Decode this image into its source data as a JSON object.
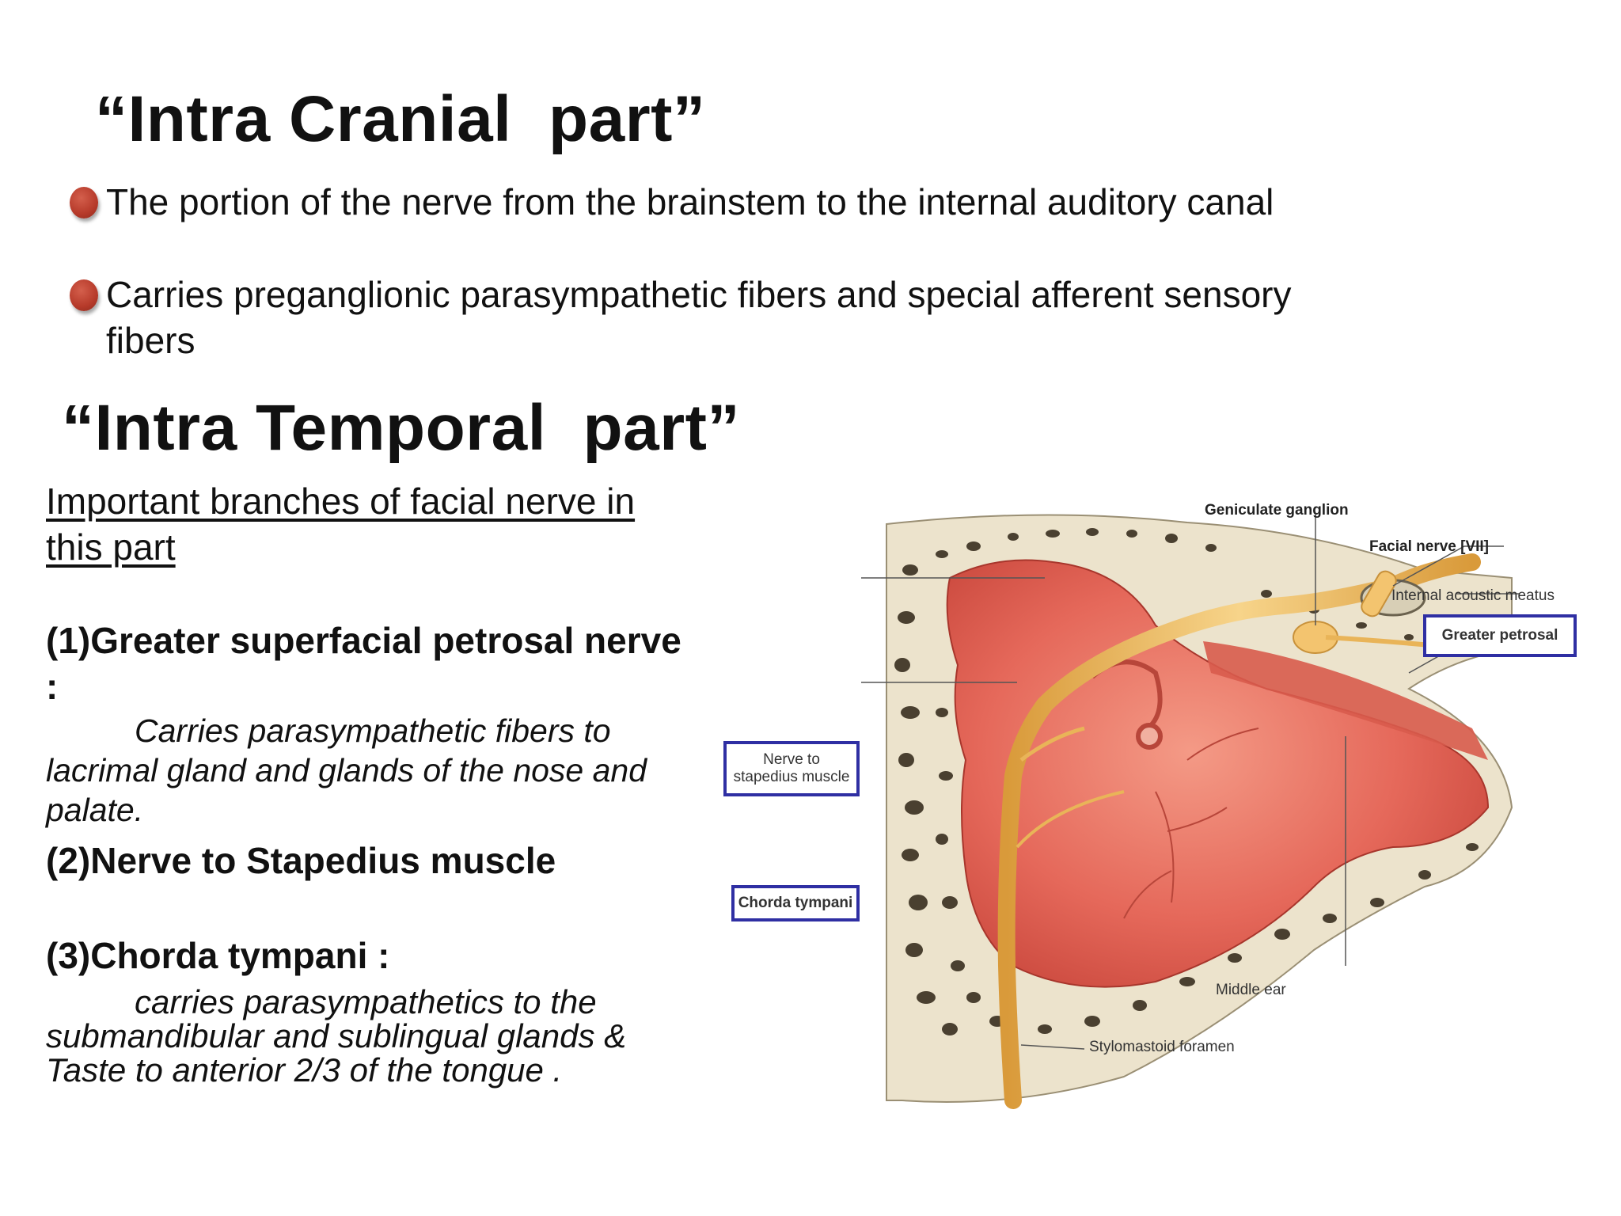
{
  "section1": {
    "title": "“Intra Cranial  part”",
    "bullets": [
      "The portion of the nerve from the brainstem to the internal auditory canal",
      "Carries preganglionic parasympathetic fibers and special afferent sensory fibers"
    ]
  },
  "section2": {
    "title": "“Intra Temporal  part”",
    "subheading": "Important branches of facial nerve in this part",
    "items": [
      {
        "heading": "(1)Greater superfacial petrosal nerve :",
        "desc_first": "Carries parasympathetic fibers  to",
        "desc_rest": "lacrimal gland and glands of the nose and palate."
      },
      {
        "heading": "(2)Nerve to Stapedius muscle"
      },
      {
        "heading": "(3)Chorda tympani :",
        "desc_first": "carries parasympathetics to the",
        "desc_rest": "submandibular and sublingual glands & Taste to anterior 2/3 of the tongue ."
      }
    ]
  },
  "diagram": {
    "labels": {
      "geniculate": "Geniculate ganglion",
      "facial_nerve": "Facial nerve [VII]",
      "internal_acoustic": "Internal acoustic meatus",
      "greater_petrosal": "Greater petrosal",
      "nerve_to_stapedius": "Nerve to stapedius muscle",
      "chorda_tympani": "Chorda tympani",
      "middle_ear": "Middle ear",
      "stylomastoid": "Stylomastoid foramen"
    },
    "colors": {
      "bone": "#e9dfc6",
      "marrow": "#4a4030",
      "tissue": "#e8665a",
      "nerve": "#f3c46f",
      "box": "#2f2fa3"
    }
  }
}
